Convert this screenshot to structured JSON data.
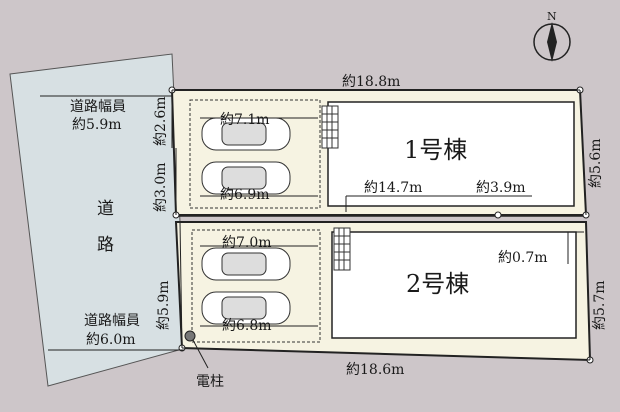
{
  "compass": {
    "label": "N"
  },
  "road": {
    "char_top": "道",
    "char_bottom": "路",
    "width_top_label": "道路幅員",
    "width_top_value": "約5.9m",
    "width_bottom_label": "道路幅員",
    "width_bottom_value": "約6.0m"
  },
  "lots": [
    {
      "building_label": "1号棟",
      "dimensions": [
        "約18.8m",
        "約5.6m",
        "約2.6m",
        "約3.0m",
        "約7.1m",
        "約6.9m",
        "約14.7m",
        "約3.9m"
      ]
    },
    {
      "building_label": "2号棟",
      "dimensions": [
        "約7.0m",
        "約6.8m",
        "約5.9m",
        "約5.7m",
        "約0.7m",
        "約18.6m"
      ]
    }
  ],
  "utility_pole_label": "電柱",
  "colors": {
    "background": "#cdc6c9",
    "road": "#d7e0e3",
    "lot": "#f6f3e2",
    "building": "#ffffff",
    "outline": "#222222"
  }
}
